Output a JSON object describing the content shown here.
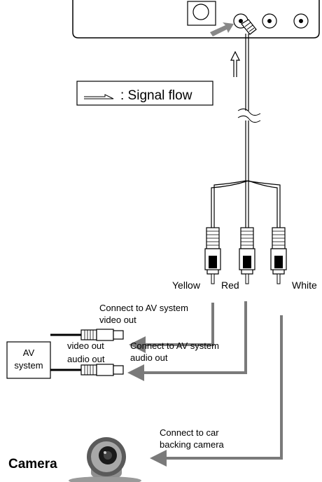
{
  "legend": {
    "text": ": Signal flow"
  },
  "plugs": {
    "yellow": "Yellow",
    "red": "Red",
    "white": "White"
  },
  "connections": {
    "video": [
      "Connect to AV system",
      "video out"
    ],
    "audio": [
      "Connect to AV system",
      "audio out"
    ],
    "camera": [
      "Connect to car",
      "backing camera"
    ]
  },
  "av_system": {
    "line1": "AV",
    "line2": "system",
    "video_out": "video out",
    "audio_out": "audio out"
  },
  "camera": {
    "label": "Camera"
  }
}
